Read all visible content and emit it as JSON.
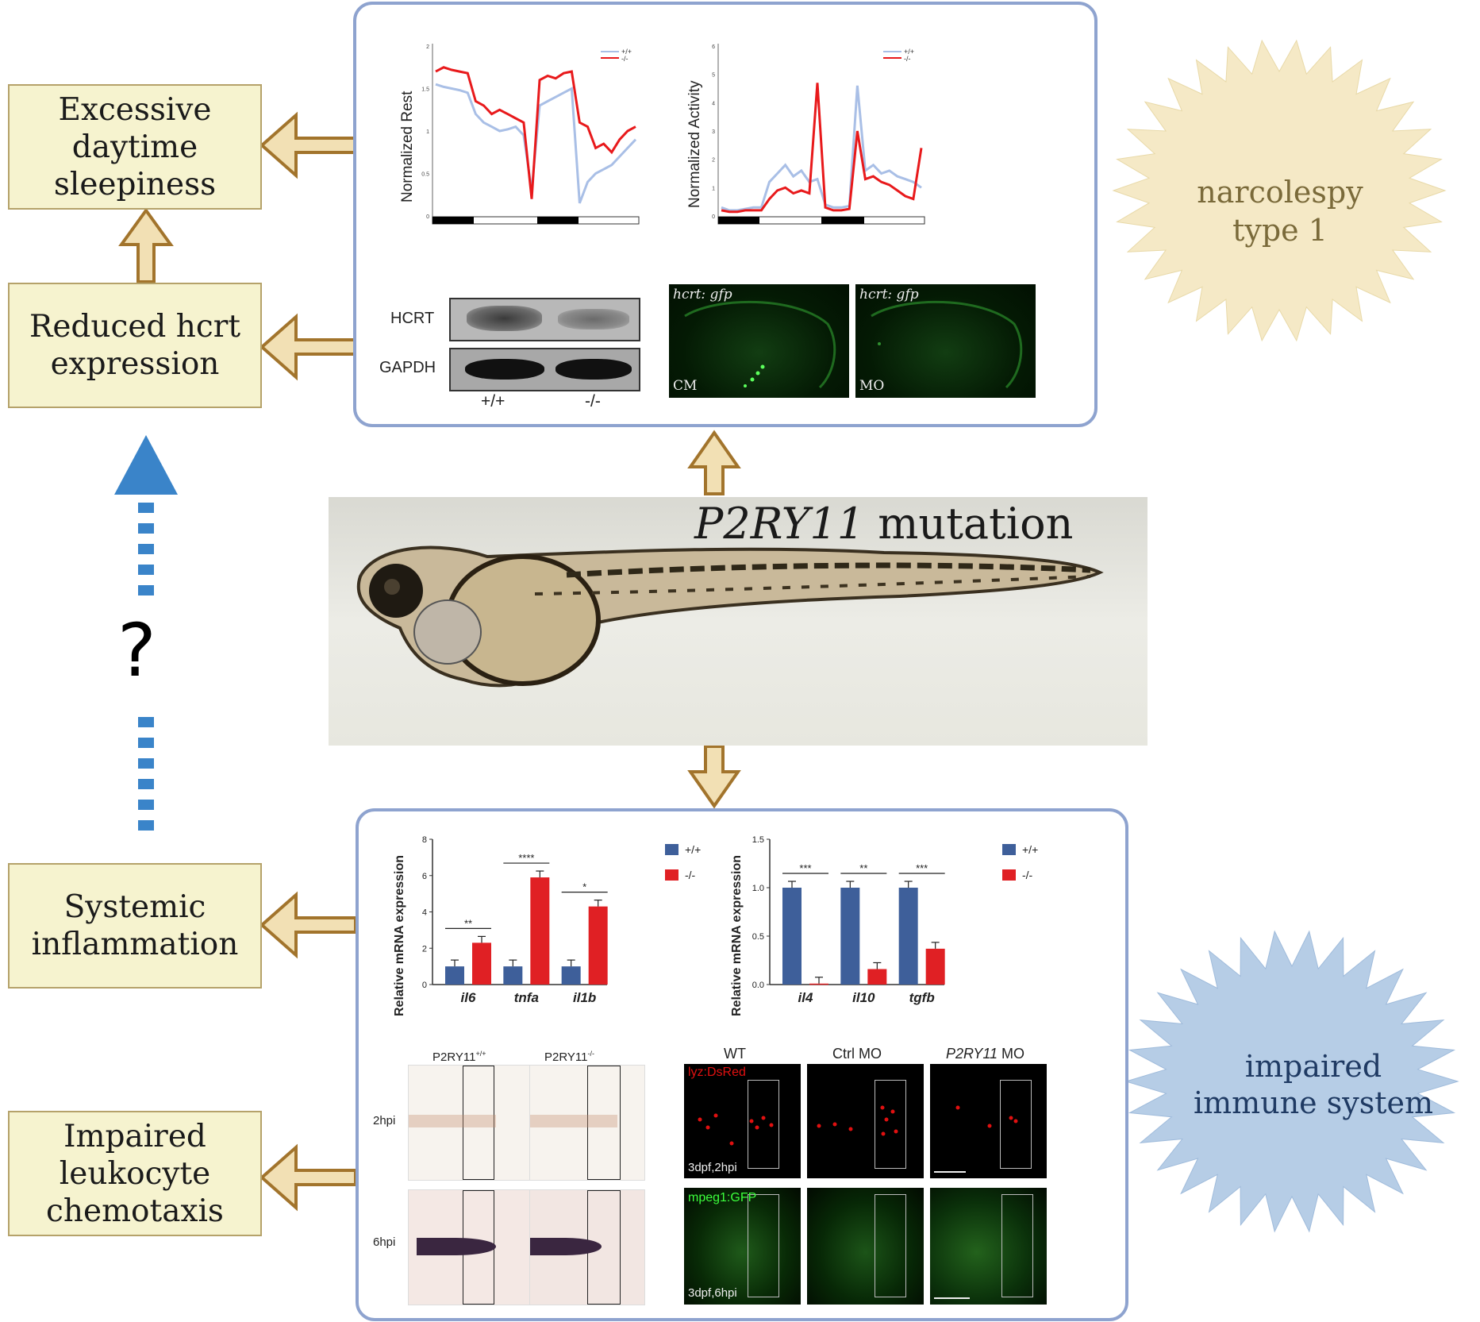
{
  "left_boxes": {
    "sleepiness": "Excessive\ndaytime\nsleepiness",
    "hcrt": "Reduced hcrt\nexpression",
    "inflammation": "Systemic\ninflammation",
    "chemotaxis": "Impaired\nleukocyte\nchemotaxis"
  },
  "question_mark": "?",
  "center": {
    "gene": "P2RY11",
    "mutation": " mutation"
  },
  "bursts": {
    "narcolepsy": "narcolespy\ntype 1",
    "immune": "impaired\nimmune system"
  },
  "top_panel": {
    "rest_ylabel": "Normalized Rest",
    "activity_ylabel": "Normalized Activity",
    "legend_wt": "+/+",
    "legend_ko": "-/-",
    "rest_yticks": [
      "0",
      "0.5",
      "1",
      "1.5",
      "2"
    ],
    "activity_yticks": [
      "0",
      "1",
      "2",
      "3",
      "4",
      "5",
      "6"
    ],
    "western": {
      "hcrt": "HCRT",
      "gapdh": "GAPDH",
      "lane1": "+/+",
      "lane2": "-/-"
    },
    "fluor": {
      "title1": "hcrt: gfp",
      "title2": "hcrt: gfp",
      "corner1": "CM",
      "corner2": "MO"
    }
  },
  "bottom_panel": {
    "ylabel": "Relative mRNA expression",
    "legend_wt": "+/+",
    "legend_ko": "-/-",
    "imaging": {
      "col1": "P2RY11+/+",
      "col2": "P2RY11-/-",
      "row1": "2hpi",
      "row2": "6hpi",
      "fl_col1": "WT",
      "fl_col2": "Ctrl MO",
      "fl_col3_gene": "P2RY11",
      "fl_col3_suffix": " MO",
      "fl_tag1": "lyz:DsRed",
      "fl_tag2": "mpeg1:GFP",
      "fl_corner1": "3dpf,2hpi",
      "fl_corner2": "3dpf,6hpi"
    }
  },
  "colors": {
    "wt_line": "#a9bfe6",
    "ko_line": "#e8191b",
    "wt_bar": "#3e5f9a",
    "ko_bar": "#e02024",
    "box_fill": "#f6f3cf",
    "box_border": "#b5a26a",
    "arrow_fill": "#f2e0b4",
    "arrow_stroke": "#a2742c",
    "dashed_blue": "#3a84c9",
    "panel_border": "#8ea3cf",
    "burst_tan": "#f5e9c6",
    "burst_blue": "#b6cde6"
  },
  "chart_data": [
    {
      "type": "line",
      "ylabel": "Normalized Rest",
      "ylim": [
        0,
        2
      ],
      "legend": "top-right",
      "series": [
        {
          "name": "+/+",
          "values": [
            1.55,
            1.52,
            1.5,
            1.48,
            1.45,
            1.2,
            1.1,
            1.05,
            1.0,
            1.02,
            1.05,
            0.95,
            0.3,
            1.3,
            1.35,
            1.4,
            1.45,
            1.5,
            0.15,
            0.4,
            0.5,
            0.55,
            0.6,
            0.7,
            0.8,
            0.9
          ]
        },
        {
          "name": "-/-",
          "values": [
            1.7,
            1.75,
            1.72,
            1.7,
            1.68,
            1.35,
            1.3,
            1.2,
            1.25,
            1.2,
            1.15,
            1.1,
            0.2,
            1.6,
            1.65,
            1.62,
            1.68,
            1.7,
            1.1,
            1.05,
            0.8,
            0.85,
            0.75,
            0.9,
            1.0,
            1.05
          ]
        }
      ]
    },
    {
      "type": "line",
      "ylabel": "Normalized Activity",
      "ylim": [
        0,
        6
      ],
      "legend": "top-right",
      "series": [
        {
          "name": "+/+",
          "values": [
            0.3,
            0.2,
            0.2,
            0.25,
            0.3,
            0.3,
            1.2,
            1.5,
            1.8,
            1.4,
            1.6,
            1.2,
            1.3,
            0.4,
            0.3,
            0.3,
            0.35,
            4.6,
            1.6,
            1.8,
            1.5,
            1.6,
            1.4,
            1.3,
            1.2,
            1.0
          ]
        },
        {
          "name": "-/-",
          "values": [
            0.2,
            0.15,
            0.15,
            0.2,
            0.2,
            0.2,
            0.6,
            0.9,
            1.0,
            0.8,
            0.9,
            0.8,
            4.7,
            0.3,
            0.2,
            0.2,
            0.25,
            3.0,
            1.3,
            1.4,
            1.2,
            1.1,
            0.9,
            0.7,
            0.6,
            2.4
          ]
        }
      ]
    },
    {
      "type": "bar",
      "categories": [
        "il6",
        "tnfa",
        "il1b"
      ],
      "ylabel": "Relative mRNA expression",
      "ylim": [
        0,
        8
      ],
      "yticks": [
        "0",
        "2",
        "4",
        "6",
        "8"
      ],
      "legend": "top-right",
      "significance": [
        "**",
        "****",
        "*"
      ],
      "series": [
        {
          "name": "+/+",
          "values": [
            1.0,
            1.0,
            1.0
          ]
        },
        {
          "name": "-/-",
          "values": [
            2.3,
            5.9,
            4.3
          ]
        }
      ]
    },
    {
      "type": "bar",
      "categories": [
        "il4",
        "il10",
        "tgfb"
      ],
      "ylabel": "Relative mRNA expression",
      "ylim": [
        0,
        1.5
      ],
      "yticks": [
        "0.0",
        "0.5",
        "1.0",
        "1.5"
      ],
      "legend": "top-right",
      "significance": [
        "***",
        "**",
        "***"
      ],
      "series": [
        {
          "name": "+/+",
          "values": [
            1.0,
            1.0,
            1.0
          ]
        },
        {
          "name": "-/-",
          "values": [
            0.01,
            0.16,
            0.37
          ]
        }
      ]
    }
  ]
}
